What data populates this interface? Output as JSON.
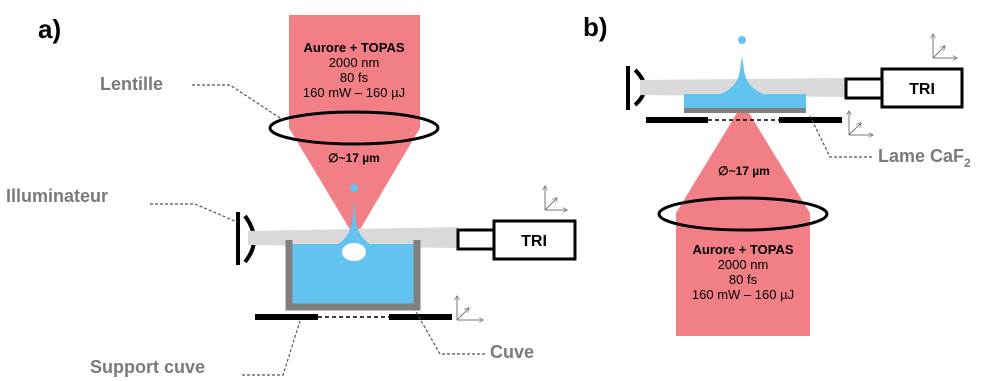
{
  "colors": {
    "beam": "#f27f86",
    "liquid": "#62c3f1",
    "illumination": "#d9d9d9",
    "cuvette_wall": "#808080",
    "callout_text": "#7a7a7a"
  },
  "panel_a": {
    "label": "a)",
    "laser": {
      "title": "Aurore + TOPAS",
      "wavelength": "2000 nm",
      "duration": "80 fs",
      "power": "160 mW – 160 µJ"
    },
    "spot_size": "∅~17 µm",
    "callouts": {
      "lens": "Lentille",
      "illuminator": "Illuminateur",
      "holder": "Support cuve",
      "cuvette": "Cuve"
    },
    "camera_label": "TRI"
  },
  "panel_b": {
    "label": "b)",
    "laser": {
      "title": "Aurore + TOPAS",
      "wavelength": "2000 nm",
      "duration": "80 fs",
      "power": "160 mW – 160 µJ"
    },
    "spot_size": "∅~17 µm",
    "callouts": {
      "window_base": "Lame CaF",
      "window_sub": "2"
    },
    "camera_label": "TRI"
  },
  "icons": [
    "xyz-stage-icon",
    "lens-icon",
    "illuminator-icon",
    "camera-icon"
  ]
}
